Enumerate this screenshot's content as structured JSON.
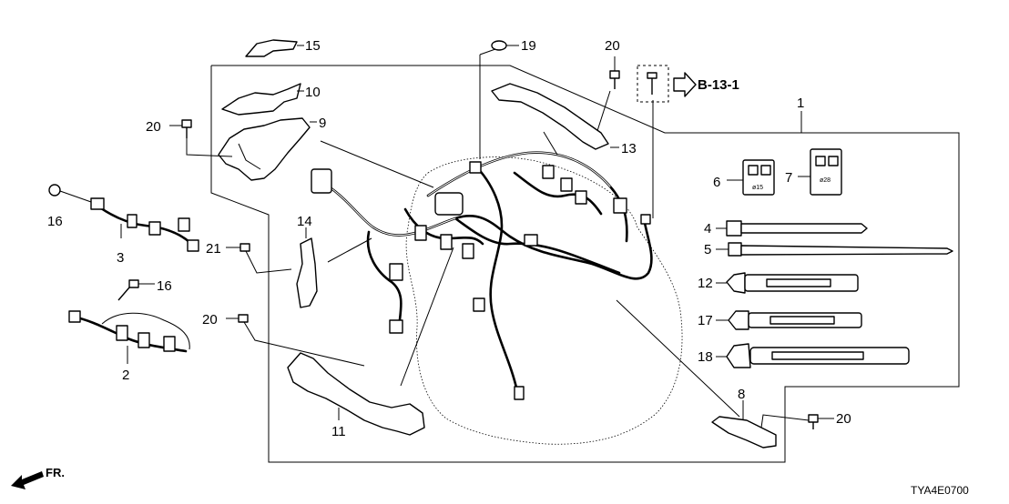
{
  "callouts": {
    "c1": "1",
    "c2": "2",
    "c3": "3",
    "c4": "4",
    "c5": "5",
    "c6": "6",
    "c7": "7",
    "c8": "8",
    "c9": "9",
    "c10": "10",
    "c11": "11",
    "c12": "12",
    "c13": "13",
    "c14": "14",
    "c15": "15",
    "c16a": "16",
    "c16b": "16",
    "c17": "17",
    "c18": "18",
    "c19": "19",
    "c20a": "20",
    "c20b": "20",
    "c20c": "20",
    "c20d": "20",
    "c21": "21"
  },
  "reference": "B-13-1",
  "grommet_6_size": "ø15",
  "grommet_7_size": "ø28",
  "direction_label": "FR.",
  "diagram_code": "TYA4E0700"
}
